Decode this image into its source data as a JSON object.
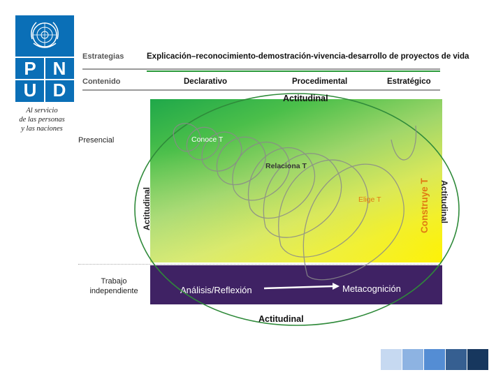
{
  "logo": {
    "letters": [
      "P",
      "N",
      "U",
      "D"
    ],
    "tagline_lines": [
      "Al servicio",
      "de las personas",
      "y las naciones"
    ]
  },
  "header": {
    "strategies_label": "Estrategias",
    "strategies_text": "Explicación–reconocimiento-demostración-vivencia-desarrollo de proyectos de vida",
    "content_label": "Contenido",
    "content_types": [
      "Declarativo",
      "Procedimental",
      "Estratégico"
    ]
  },
  "diagram": {
    "top_label": "Actitudinal",
    "left_label": "Actitudinal",
    "right_label": "Actitudinal",
    "bottom_label": "Actitudinal",
    "presencial_label": "Presencial",
    "trabajo_lines": [
      "Trabajo",
      "independiente"
    ],
    "steps": {
      "conoce": "Conoce T",
      "relaciona": "Relaciona T",
      "elige": "Elige T",
      "construye": "Construye T"
    },
    "analysis": "Análisis/Reflexión",
    "metacognition": "Metacognición"
  },
  "colors": {
    "logo_blue": "#0a6fb7",
    "purple": "#3f2264",
    "green": "#1fa84a",
    "yellow": "#fff200",
    "elige_orange": "#e07a12",
    "swatches": [
      "#c6d9f1",
      "#8db3e2",
      "#548dd4",
      "#365f91",
      "#17375e"
    ]
  }
}
